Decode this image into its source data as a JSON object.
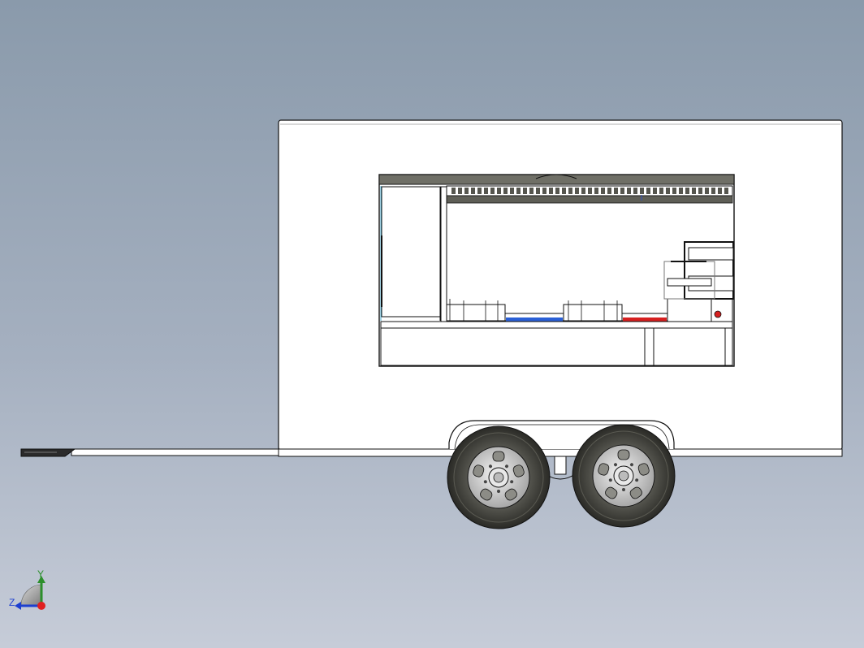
{
  "view": {
    "background_top": "#8a9aab",
    "background_bottom": "#c6ccd8",
    "model": "food-trailer-side-view"
  },
  "triad": {
    "y_label": "Y",
    "z_label": "Z",
    "y_color": "#2c8f2c",
    "z_color": "#1d3fd0",
    "x_color": "#e02020"
  },
  "colors": {
    "body": "#ffffff",
    "outline": "#111111",
    "tire": "#3a3a36",
    "rim": "#d8d8d8",
    "counter_blue": "#2a5fd6",
    "counter_red": "#d62020",
    "hood": "#6f6f66"
  }
}
